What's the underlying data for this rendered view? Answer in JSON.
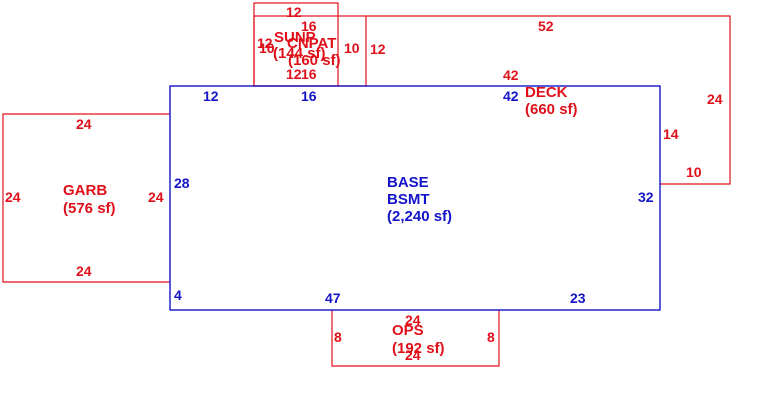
{
  "colors": {
    "exterior": "#e0101a",
    "interior": "#1414c8",
    "background": "#ffffff"
  },
  "areas": {
    "sunp": {
      "name": "SUNP",
      "area": "(144 sf)"
    },
    "cnpat": {
      "name": "CNPAT",
      "area": "(160 sf)"
    },
    "deck": {
      "name": "DECK",
      "area": "(660 sf)"
    },
    "garb": {
      "name": "GARB",
      "area": "(576 sf)"
    },
    "base": {
      "name": "BASE",
      "sub": "BSMT",
      "area": "(2,240 sf)"
    },
    "ops": {
      "name": "OPS",
      "area": "(192 sf)"
    }
  },
  "dims": {
    "sunp_top": "12",
    "sunp_left": "12",
    "sunp_right": "12",
    "sunp_bottom": "12",
    "cnpat_top": "16",
    "cnpat_left": "10",
    "cnpat_right": "10",
    "cnpat_bottom": "16",
    "deck_top": "52",
    "deck_right": "24",
    "deck_bottom": "10",
    "deck_left_step": "14",
    "deck_inner": "42",
    "garb_top": "24",
    "garb_left": "24",
    "garb_right": "24",
    "garb_bottom": "24",
    "base_top_left": "12",
    "base_top_mid": "16",
    "base_top_right": "42",
    "base_left": "28",
    "base_left_small": "4",
    "base_right": "32",
    "base_bottom_left": "47",
    "base_bottom_right": "23",
    "ops_top": "24",
    "ops_left": "8",
    "ops_right": "8",
    "ops_bottom": "24"
  }
}
